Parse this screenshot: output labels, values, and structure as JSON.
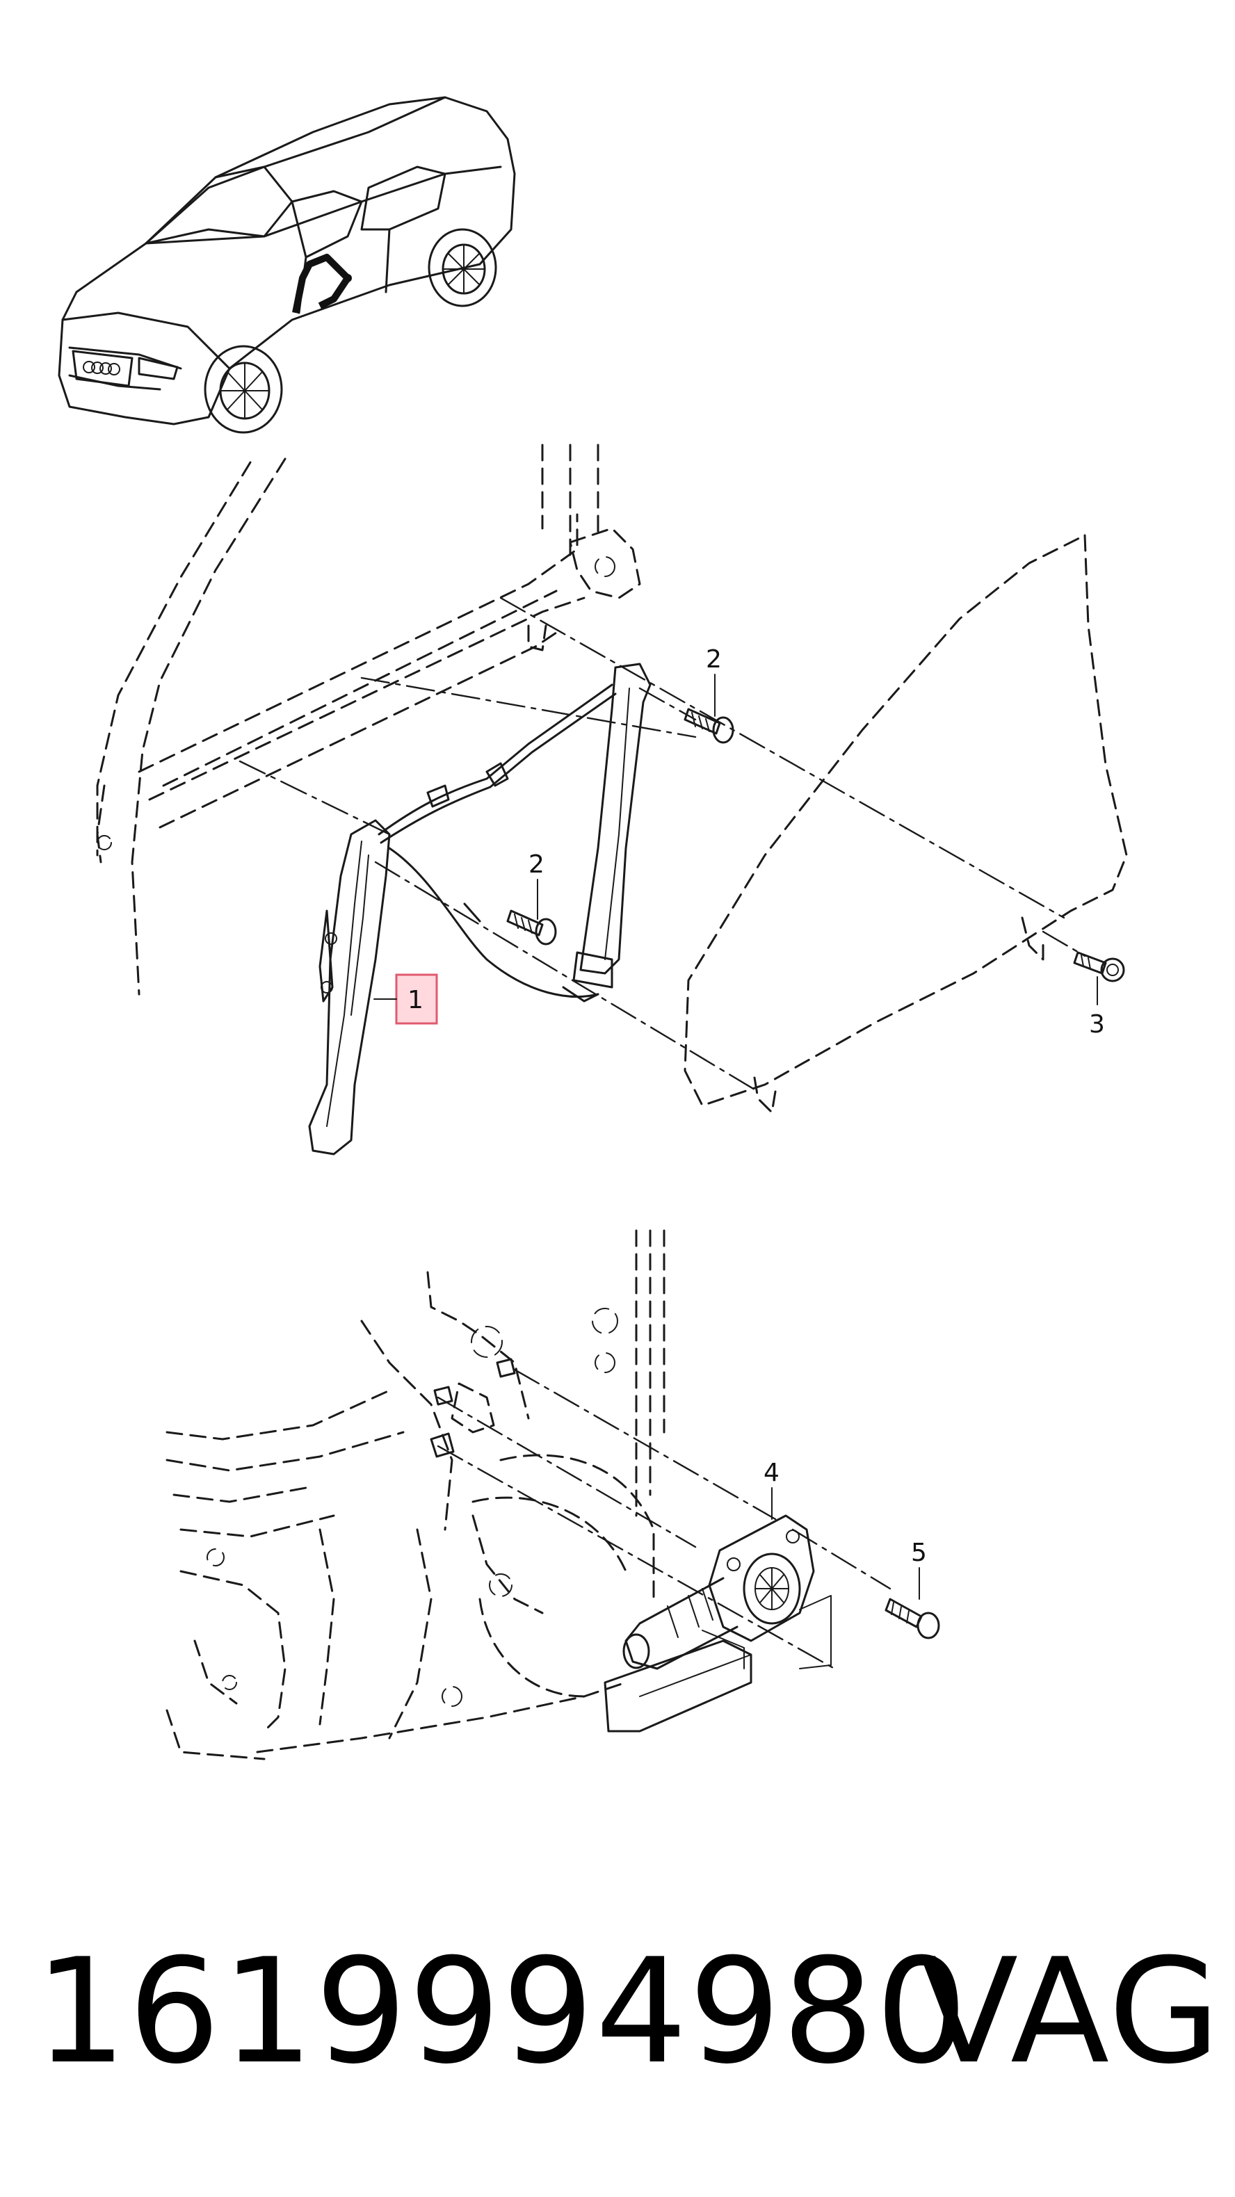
{
  "callouts": {
    "c1": "1",
    "c2a": "2",
    "c2b": "2",
    "c3": "3",
    "c4": "4",
    "c5": "5"
  },
  "caption": {
    "part_number": "1619994980",
    "brand": "VAG"
  },
  "highlight_color": "#e05a6e",
  "car_emblem": "four-rings-logo"
}
